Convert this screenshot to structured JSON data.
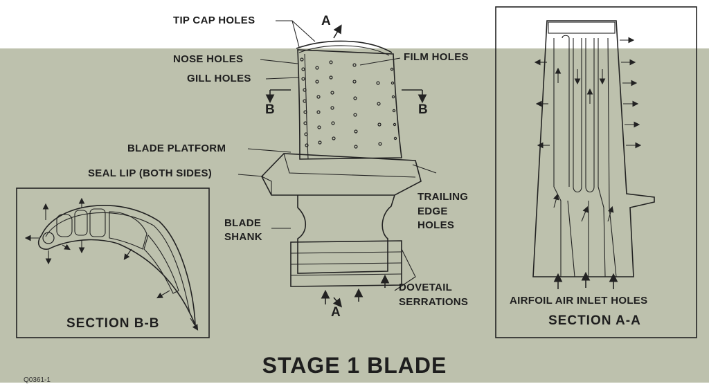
{
  "labels": {
    "tip_cap_holes": "TIP CAP HOLES",
    "section_a_top": "A",
    "nose_holes": "NOSE HOLES",
    "gill_holes": "GILL HOLES",
    "film_holes": "FILM HOLES",
    "b_left": "B",
    "b_right": "B",
    "blade_platform": "BLADE PLATFORM",
    "seal_lip": "SEAL LIP (BOTH SIDES)",
    "trailing_edge_holes": [
      "TRAILING",
      "EDGE",
      "HOLES"
    ],
    "blade_shank": [
      "BLADE",
      "SHANK"
    ],
    "dovetail_serrations": [
      "DOVETAIL",
      "SERRATIONS"
    ],
    "section_a_bottom": "A",
    "airfoil_air_inlet_holes": "AIRFOIL AIR INLET HOLES"
  },
  "sections": {
    "section_bb": "SECTION B-B",
    "section_aa": "SECTION A-A"
  },
  "title": "STAGE 1 BLADE",
  "code": "Q0361-1",
  "colors": {
    "background": "#bdc1ad",
    "top_band": "#ffffff",
    "ink": "#1e1e1e"
  }
}
